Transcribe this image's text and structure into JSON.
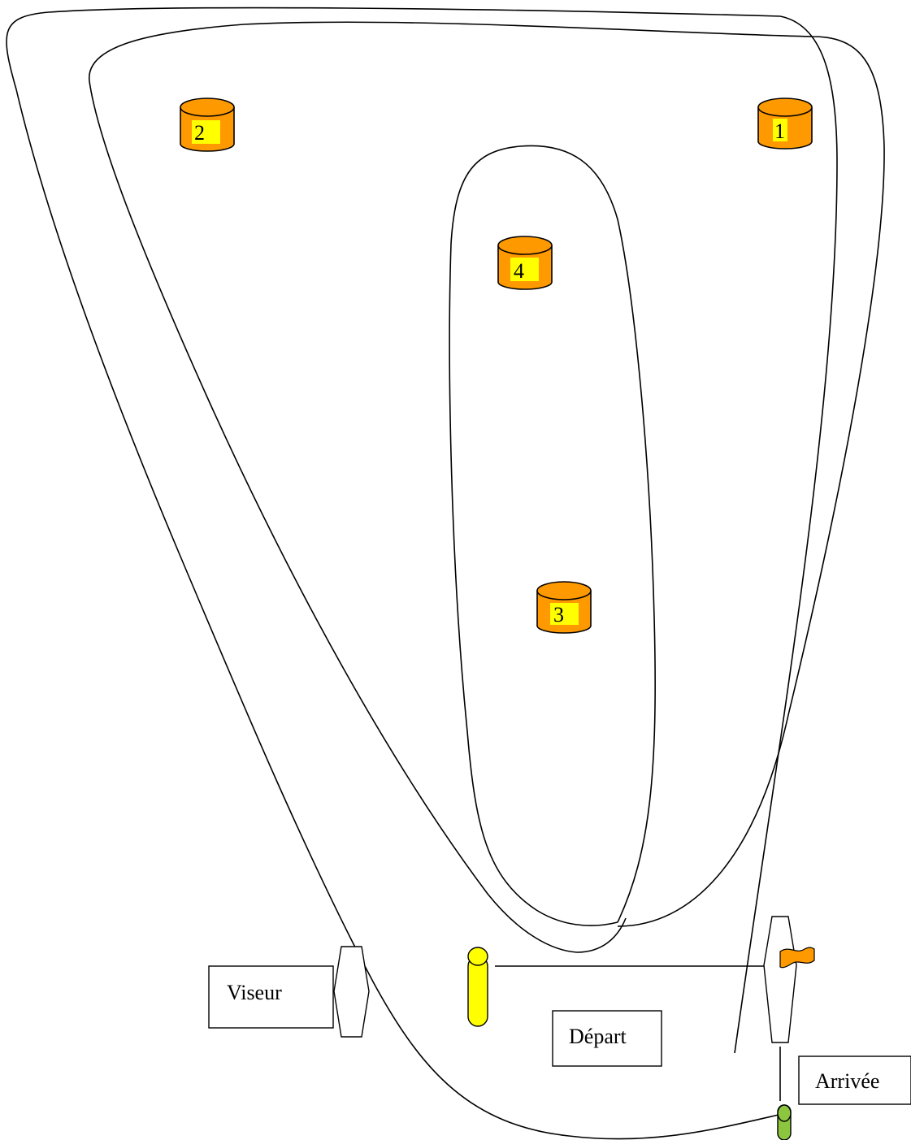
{
  "buoys": [
    {
      "id": "1",
      "label": "1",
      "color": "#ff9900"
    },
    {
      "id": "2",
      "label": "2",
      "color": "#ff9900"
    },
    {
      "id": "3",
      "label": "3",
      "color": "#ff9900"
    },
    {
      "id": "4",
      "label": "4",
      "color": "#ff9900"
    }
  ],
  "labels": {
    "viseur": "Viseur",
    "depart": "Départ",
    "arrivee": "Arrivée"
  },
  "colors": {
    "buoy": "#ff9900",
    "number_highlight": "#ffff00",
    "start_mark": "#ffff00",
    "finish_mark": "#8cc63f",
    "flag": "#ff9900"
  }
}
